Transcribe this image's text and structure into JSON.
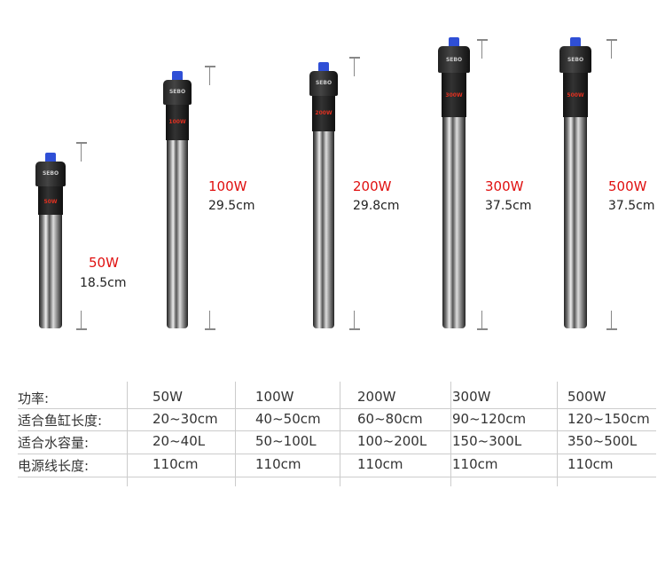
{
  "products": [
    {
      "watt": "50W",
      "length": "18.5cm",
      "brand": "SEBO",
      "tube_label": "50W"
    },
    {
      "watt": "100W",
      "length": "29.5cm",
      "brand": "SEBO",
      "tube_label": "100W"
    },
    {
      "watt": "200W",
      "length": "29.8cm",
      "brand": "SEBO",
      "tube_label": "200W"
    },
    {
      "watt": "300W",
      "length": "37.5cm",
      "brand": "SEBO",
      "tube_label": "300W"
    },
    {
      "watt": "500W",
      "length": "37.5cm",
      "brand": "SEBO",
      "tube_label": "500W"
    }
  ],
  "table": {
    "rows": [
      {
        "label": "功率:",
        "values": [
          "50W",
          "100W",
          "200W",
          "300W",
          "500W"
        ]
      },
      {
        "label": "适合鱼缸长度:",
        "values": [
          "20~30cm",
          "40~50cm",
          "60~80cm",
          "90~120cm",
          "120~150cm"
        ]
      },
      {
        "label": "适合水容量:",
        "values": [
          "20~40L",
          "50~100L",
          "100~200L",
          "150~300L",
          "350~500L"
        ]
      },
      {
        "label": "电源线长度:",
        "values": [
          "110cm",
          "110cm",
          "110cm",
          "110cm",
          "110cm"
        ]
      }
    ]
  },
  "colors": {
    "watt": "#e01010",
    "knob": "#2f4fd6"
  }
}
